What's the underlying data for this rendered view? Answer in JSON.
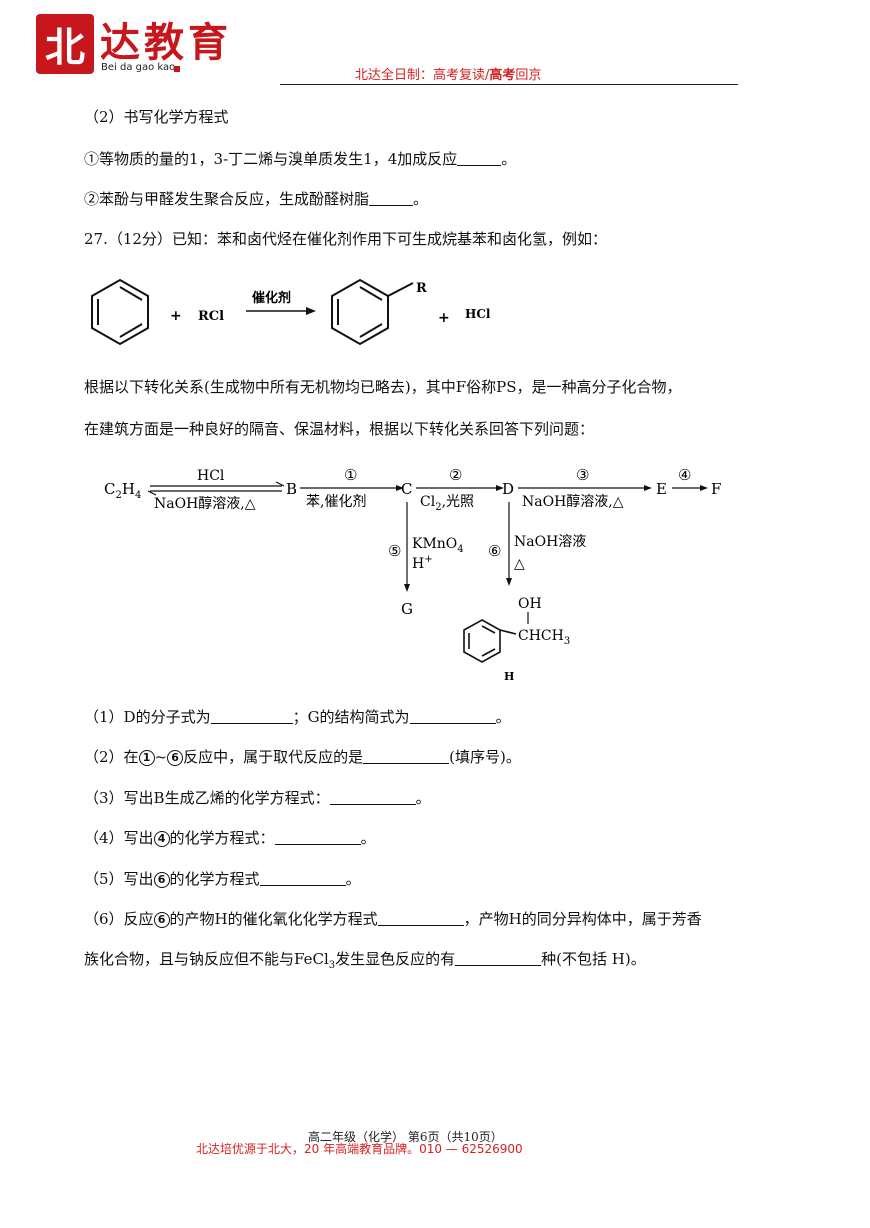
{
  "header": {
    "logo_char": "北",
    "logo_text": "达教育",
    "logo_pinyin": "Bei da gao kao",
    "slogan_a": "北达全日制：高考复读/",
    "slogan_b": "高考",
    "slogan_c": "回京"
  },
  "content": {
    "l1": "（2）书写化学方程式",
    "l2_a": "①等物质的量的1，3-丁二烯与溴单质发生1，4加成反应",
    "l2_b": "。",
    "l3_a": "②苯酚与甲醛发生聚合反应，生成酚醛树脂",
    "l3_b": "。",
    "l4": "27.（12分）已知：苯和卤代烃在催化剂作用下可生成烷基苯和卤化氢，例如：",
    "l5": "根据以下转化关系(生成物中所有无机物均已略去)，其中F俗称PS，是一种高分子化合物，",
    "l6": "在建筑方面是一种良好的隔音、保温材料，根据以下转化关系回答下列问题：",
    "q1_a": "（1）D的分子式为",
    "q1_b": "；G的结构简式为",
    "q1_c": "。",
    "q2_a": "（2）在",
    "q2_b": "~",
    "q2_c": "反应中，属于取代反应的是",
    "q2_d": "(填序号)。",
    "q3_a": "（3）写出B生成乙烯的化学方程式：",
    "q3_b": "。",
    "q4_a": "（4）写出",
    "q4_b": "的化学方程式：",
    "q4_c": "。",
    "q5_a": "（5）写出",
    "q5_b": "的化学方程式",
    "q5_c": "。",
    "q6_a": "（6）反应",
    "q6_b": "的产物H的催化氧化化学方程式",
    "q6_c": "，产物H的同分异构体中，属于芳香",
    "q7_a": "族化合物，且与钠反应但不能与FeCl",
    "q7_sub": "3",
    "q7_b": "发生显色反应的有",
    "q7_c": "种(不包括 H)。",
    "circ1": "1",
    "circ4": "4",
    "circ6": "6"
  },
  "reaction1": {
    "rcl": "RCl",
    "catalyst": "催化剂",
    "r": "R",
    "hcl": "HCl",
    "plus": "+"
  },
  "scheme": {
    "c2h4": "C",
    "c2h4_sub": "2",
    "c2h4_tail": "H",
    "c2h4_sub2": "4",
    "top1": "HCl",
    "bot1": "NaOH醇溶液,△",
    "B": "B",
    "n1": "①",
    "bot2": "苯,催化剂",
    "C": "C",
    "n2": "②",
    "bot3_a": "Cl",
    "bot3_sub": "2",
    "bot3_b": ",光照",
    "D": "D",
    "n3": "③",
    "bot4": "NaOH醇溶液,△",
    "E": "E",
    "n4": "④",
    "F": "F",
    "n5": "⑤",
    "kmno4_a": "KMnO",
    "kmno4_sub": "4",
    "hplus": "H",
    "hplus_sup": "+",
    "G": "G",
    "n6": "⑥",
    "naoh": "NaOH溶液",
    "delta": "△",
    "oh": "OH",
    "chch3_a": "CHCH",
    "chch3_sub": "3",
    "H": "H"
  },
  "footer": {
    "page": "高二年级（化学）  第6页（共10页）",
    "slogan": "北达培优源于北大，20 年高端教育品牌。010 — 62526900"
  }
}
